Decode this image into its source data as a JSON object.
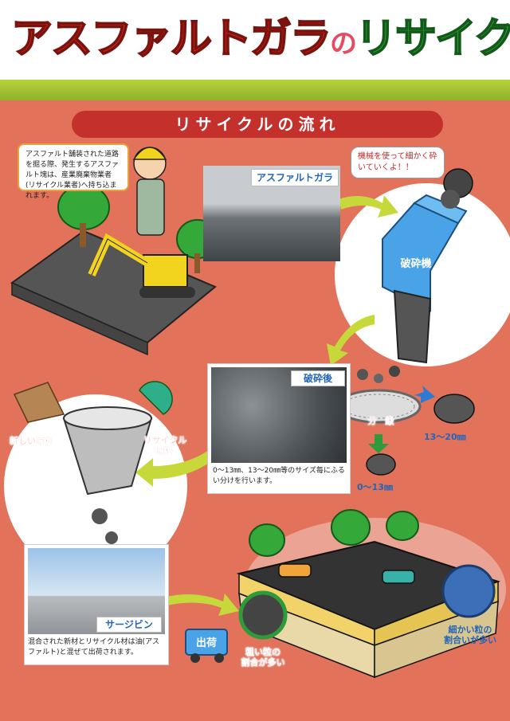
{
  "title": {
    "part1": "アスファルトガラ",
    "part2": "の",
    "part3": "リサイクル"
  },
  "section_title": "リサイクルの流れ",
  "step1_note": "アスファルト舗装された道路を掘る際、発生するアスファルト塊は、産業廃棄物業者(リサイクル業者)へ持ち込まれます。",
  "photo1_label": "アスファルトガラ",
  "speech_bubble": "機械を使って細かく砕いていくよ！！",
  "crusher_label": "破砕機",
  "photo2_label": "破砕後",
  "photo2_caption": "0～13㎜、13～20㎜等のサイズ毎にふるい分けを行います。",
  "sieve_label": "分　級",
  "size_large": "13～20㎜",
  "size_small": "0～13㎜",
  "new_material": "新しい原料",
  "recycled_material": "リサイクル\n原料",
  "photo3_label": "サージビン",
  "photo3_caption": "混合された新材とリサイクル材は油(アスファルト)と混ぜて出荷されます。",
  "truck_label": "出荷",
  "coarse_label": "粗い粒の\n割合が多い",
  "fine_label": "細かい粒の\n割合いが多い"
}
